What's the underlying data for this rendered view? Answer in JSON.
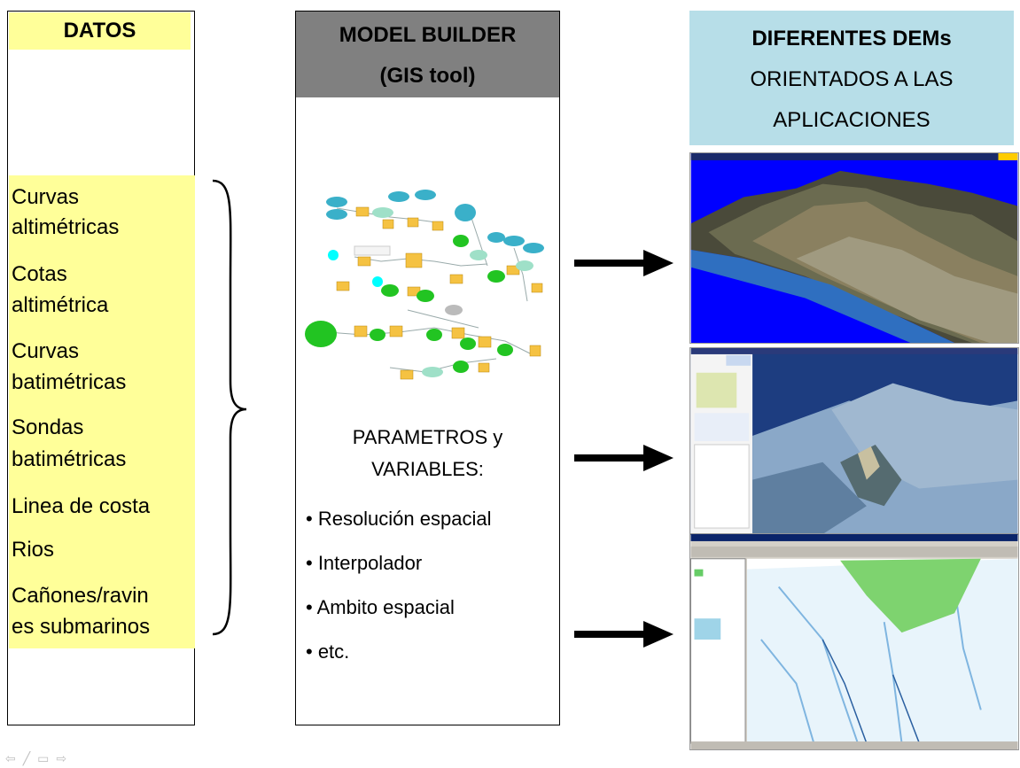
{
  "datos": {
    "title": "DATOS",
    "items": [
      "Curvas",
      "altimétricas",
      "Cotas",
      "altimétrica",
      "Curvas",
      "batimétricas",
      "Sondas",
      "batimétricas",
      "Linea de costa",
      "Rios",
      "Cañones/ravin",
      "es submarinos"
    ]
  },
  "model_builder": {
    "title_line1": "MODEL BUILDER",
    "title_line2": "(GIS tool)",
    "params_line1": "PARAMETROS y",
    "params_line2": "VARIABLES:",
    "bullets": [
      "• Resolución espacial",
      "• Interpolador",
      "• Ambito espacial",
      "• etc."
    ]
  },
  "dems": {
    "title_line1": "DIFERENTES DEMs",
    "title_line2": "ORIENTADOS A LAS",
    "title_line3": "APLICACIONES"
  },
  "colors": {
    "datos_bg": "#ffff99",
    "model_header_bg": "#808080",
    "dems_header_bg": "#b7dee8"
  }
}
